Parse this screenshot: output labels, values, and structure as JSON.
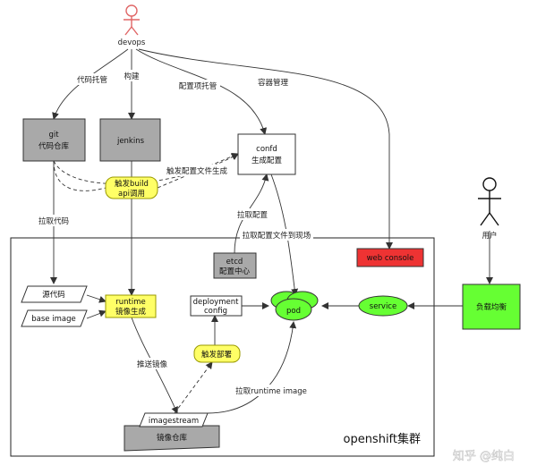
{
  "actors": {
    "devops": "devops",
    "user": "用户"
  },
  "nodes": {
    "git": [
      "git",
      "代码仓库"
    ],
    "jenkins": "jenkins",
    "confd": [
      "confd",
      "生成配置"
    ],
    "trigger_build": [
      "触发build",
      "api调用"
    ],
    "etcd": [
      "etcd",
      "配置中心"
    ],
    "web_console": "web console",
    "source_code": "源代码",
    "base_image": "base image",
    "runtime": [
      "runtime",
      "镜像生成"
    ],
    "deployment_config": [
      "deployment",
      "config"
    ],
    "pod": "pod",
    "service": "service",
    "load_balancer": "负载均衡",
    "trigger_deploy": "触发部署",
    "imagestream": "imagestream",
    "image_repo": "镜像仓库",
    "cluster": "openshift集群"
  },
  "edges": {
    "code_hosting": "代码托管",
    "build": "构建",
    "config_hosting": "配置项托管",
    "container_mgmt": "容器管理",
    "trigger_config_gen": "触发配置文件生成",
    "pull_code": "拉取代码",
    "pull_config": "拉取配置",
    "pull_config_to_site": "拉取配置文件到现场",
    "push_image": "推送镜像",
    "pull_runtime_image": "拉取runtime image"
  },
  "watermark": "知乎 @纯白",
  "colors": {
    "gray_box": "#a9a9a9",
    "yellow": "#ffff66",
    "green": "#66ff33",
    "red": "#ee3333",
    "actor_devops": "#e06666",
    "line": "#333333"
  }
}
